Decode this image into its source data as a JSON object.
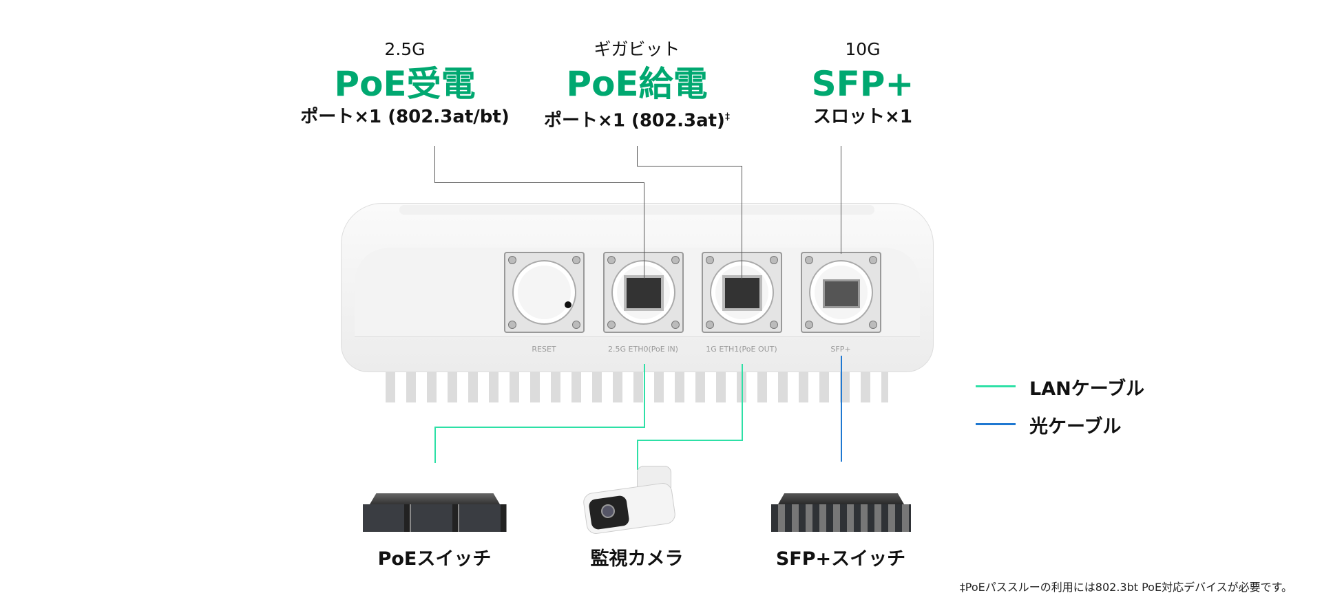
{
  "callouts": [
    {
      "sub": "2.5G",
      "title": "PoE受電",
      "desc": "ポート×1 (802.3at/bt)",
      "mark": ""
    },
    {
      "sub": "ギガビット",
      "title": "PoE給電",
      "desc": "ポート×1 (802.3at)",
      "mark": "‡"
    },
    {
      "sub": "10G",
      "title": "SFP+",
      "desc": "スロット×1",
      "mark": ""
    }
  ],
  "port_labels": [
    "RESET",
    "2.5G ETH0(PoE IN)",
    "1G ETH1(PoE OUT)",
    "SFP+"
  ],
  "legend": [
    {
      "label": "LANケーブル",
      "color": "#2de0a6"
    },
    {
      "label": "光ケーブル",
      "color": "#1f78d1"
    }
  ],
  "devices": [
    "PoEスイッチ",
    "監視カメラ",
    "SFP+スイッチ"
  ],
  "footnote": "‡PoEパススルーの利用には802.3bt PoE対応デバイスが必要です。"
}
